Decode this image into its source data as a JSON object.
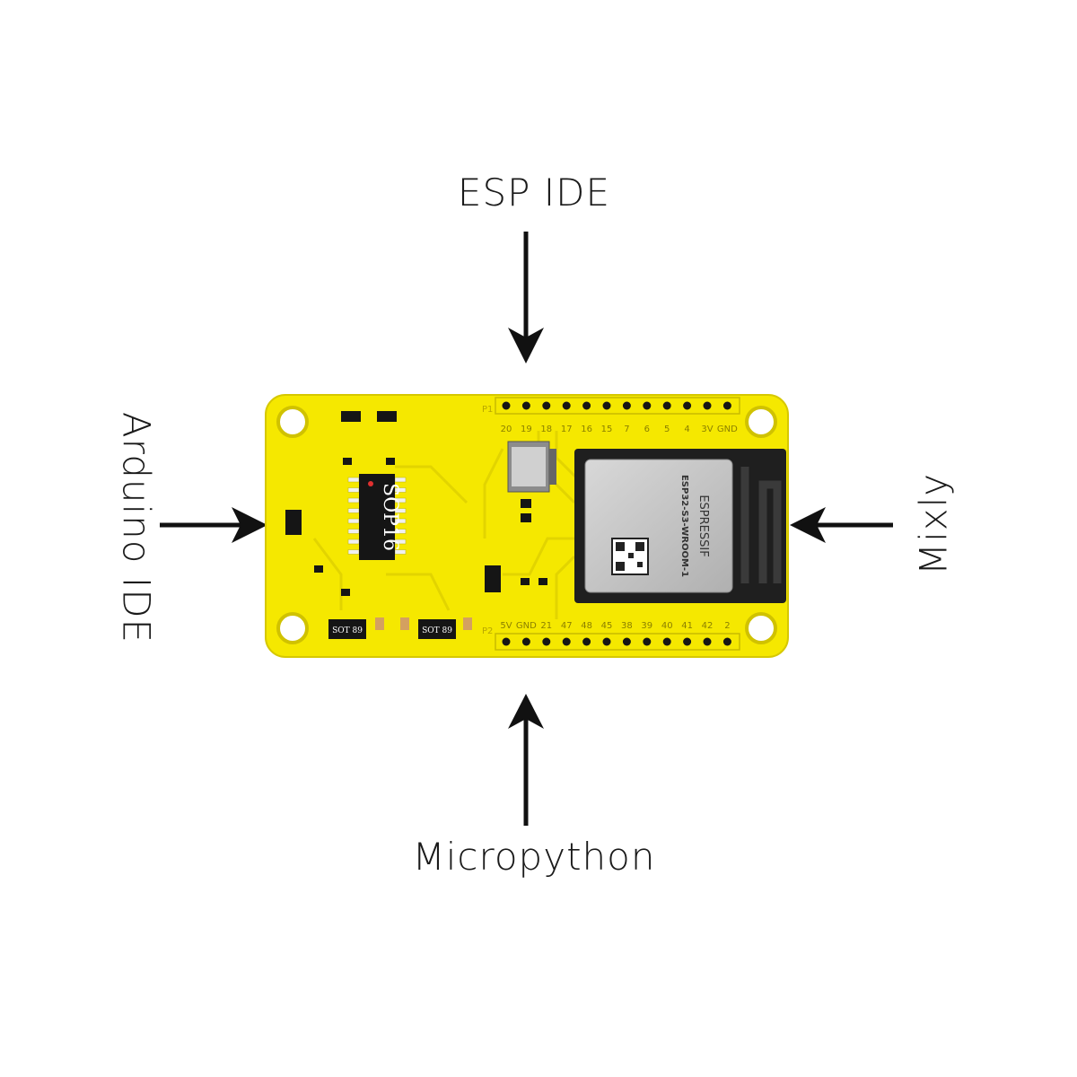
{
  "labels": {
    "top": "ESP IDE",
    "left": "Arduino IDE",
    "right": "Mixly",
    "bottom": "Micropython"
  },
  "board": {
    "header_top_label": "P1",
    "header_bottom_label": "P2",
    "top_pins": [
      "20",
      "19",
      "18",
      "17",
      "16",
      "15",
      "7",
      "6",
      "5",
      "4",
      "3V",
      "GND"
    ],
    "bottom_pins": [
      "5V",
      "GND",
      "21",
      "47",
      "48",
      "45",
      "38",
      "39",
      "40",
      "41",
      "42",
      "2"
    ],
    "driver_chip": "SOP16",
    "small_chip": "SOT 89",
    "module_brand": "ESPRESSIF",
    "module_model": "ESP32-S3-WROOM-1",
    "pcb_color": "#f5e800"
  }
}
